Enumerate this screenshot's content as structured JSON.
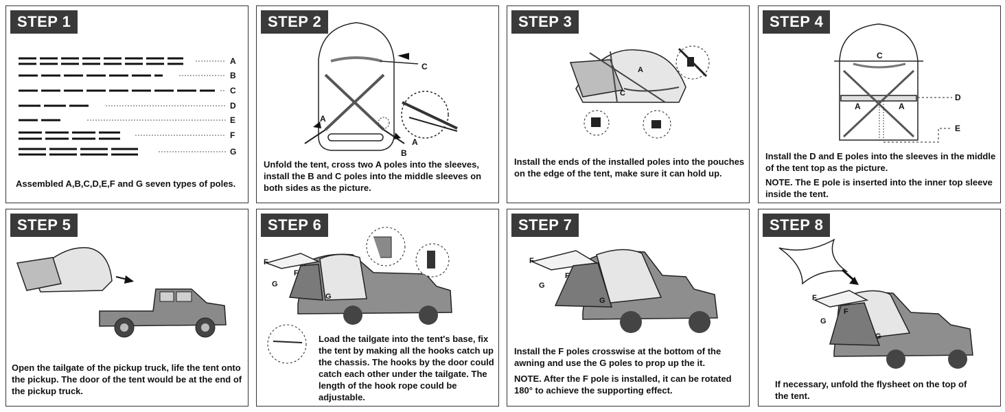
{
  "steps": [
    {
      "title": "STEP 1",
      "text": "Assembled A,B,C,D,E,F and G seven types of poles.",
      "note": ""
    },
    {
      "title": "STEP 2",
      "text": "Unfold the tent, cross two A poles into the sleeves, install the B and C poles into the middle sleeves on both sides as the picture.",
      "note": ""
    },
    {
      "title": "STEP 3",
      "text": "Install the ends of the installed poles into the pouches on the edge of the tent, make sure it can hold up.",
      "note": ""
    },
    {
      "title": "STEP 4",
      "text": "Install the D and E poles into the sleeves in the middle of the tent top as the picture.",
      "note": "NOTE. The E pole is inserted into the inner top sleeve inside the tent."
    },
    {
      "title": "STEP 5",
      "text": "Open the tailgate of the pickup truck, life the tent onto the pickup. The door of the tent would be at the end of the pickup truck.",
      "note": ""
    },
    {
      "title": "STEP 6",
      "text": "Load the tailgate into the tent's base, fix the tent by making all the hooks catch up the chassis. The hooks by the door could catch each other under the tailgate. The length of the hook rope could be adjustable.",
      "note": ""
    },
    {
      "title": "STEP 7",
      "text": "Install the F poles crosswise at the bottom of the awning and use the G poles to prop up the it.",
      "note": "NOTE. After the F pole is installed, it can be rotated 180° to achieve the supporting effect."
    },
    {
      "title": "STEP 8",
      "text": "If necessary, unfold the flysheet on the top of the tent.",
      "note": ""
    }
  ],
  "labels": {
    "a": "A",
    "b": "B",
    "c": "C",
    "d": "D",
    "e": "E",
    "f": "F",
    "g": "G"
  }
}
